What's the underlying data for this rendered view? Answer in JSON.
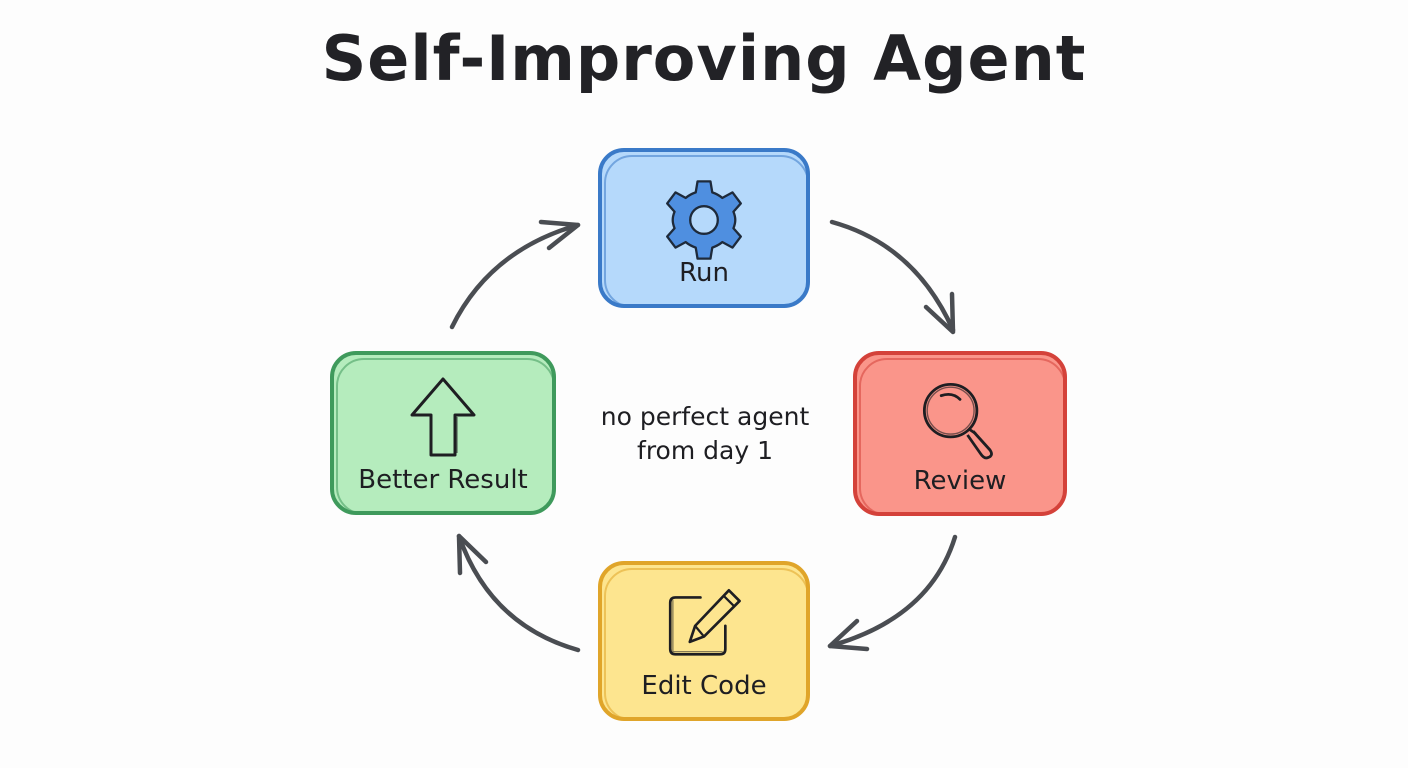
{
  "title": "Self-Improving Agent",
  "center_note": {
    "line1": "no perfect agent",
    "line2": "from day 1"
  },
  "nodes": [
    {
      "id": "run",
      "label": "Run",
      "icon": "gear-icon",
      "fill": "#b5d9fb",
      "border": "#3a7ac8"
    },
    {
      "id": "review",
      "label": "Review",
      "icon": "magnifying-glass-icon",
      "fill": "#fa958a",
      "border": "#d4423a"
    },
    {
      "id": "edit",
      "label": "Edit Code",
      "icon": "edit-pencil-icon",
      "fill": "#fde58f",
      "border": "#e0a52a"
    },
    {
      "id": "better",
      "label": "Better Result",
      "icon": "arrow-up-icon",
      "fill": "#b5ecbd",
      "border": "#3f9a5c"
    }
  ],
  "edges": [
    {
      "from": "Run",
      "to": "Review"
    },
    {
      "from": "Review",
      "to": "Edit Code"
    },
    {
      "from": "Edit Code",
      "to": "Better Result"
    },
    {
      "from": "Better Result",
      "to": "Run"
    }
  ],
  "colors": {
    "background": "#fdfdfd",
    "text": "#1e1e22",
    "arrow": "#4a4d52"
  }
}
